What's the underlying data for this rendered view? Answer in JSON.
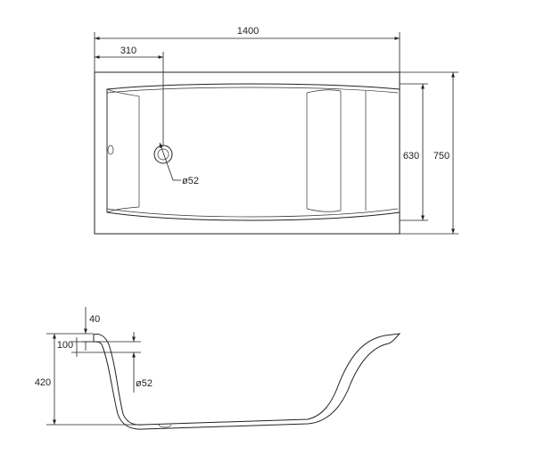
{
  "top_view": {
    "overall_length": "1400",
    "drain_offset": "310",
    "inner_width": "630",
    "overall_width": "750",
    "drain_diameter": "ø52"
  },
  "side_view": {
    "rim_thickness": "40",
    "drain_height": "100",
    "overall_height": "420",
    "drain_diameter": "ø52"
  }
}
